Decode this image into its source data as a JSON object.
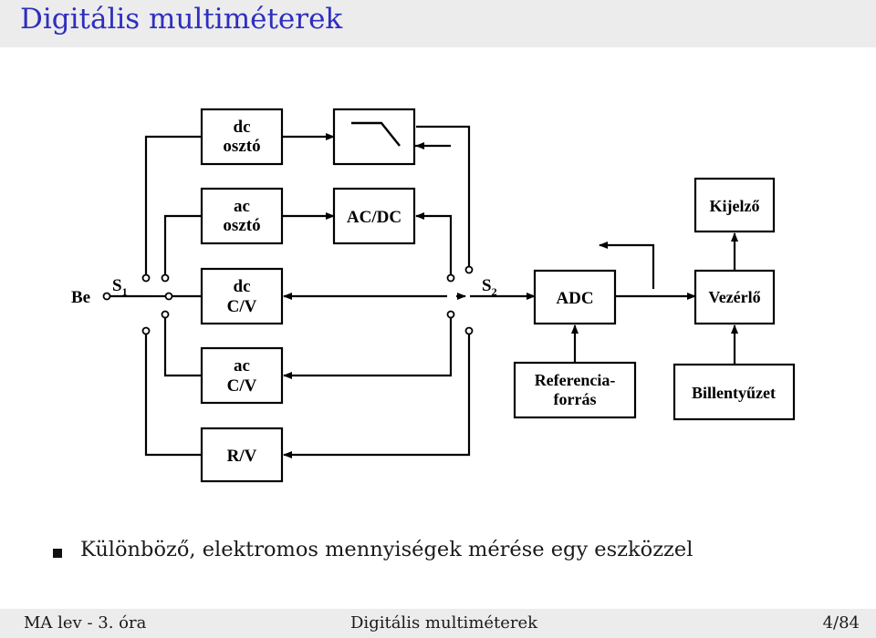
{
  "slide": {
    "title": "Digitális multiméterek",
    "bullet": "Különböző, elektromos mennyiségek mérése egy eszközzel"
  },
  "diagram": {
    "input_label": "Be",
    "switch1": {
      "main": "S",
      "sub": "1"
    },
    "switch2": {
      "main": "S",
      "sub": "2"
    },
    "blocks": {
      "dc_osszto": [
        "dc",
        "osztó"
      ],
      "ac_osszto": [
        "ac",
        "osztó"
      ],
      "dc_cv": [
        "dc",
        "C/V"
      ],
      "ac_cv": [
        "ac",
        "C/V"
      ],
      "rv": "R/V",
      "acdc": "AC/DC",
      "adc": "ADC",
      "kijelzo": "Kijelző",
      "vezerlo": "Vezérlő",
      "referencia": [
        "Referencia-",
        "forrás"
      ],
      "billentyuzet": "Billentyűzet"
    }
  },
  "footer": {
    "left": "MA lev - 3. óra",
    "center": "Digitális multiméterek",
    "right": "4/84"
  }
}
